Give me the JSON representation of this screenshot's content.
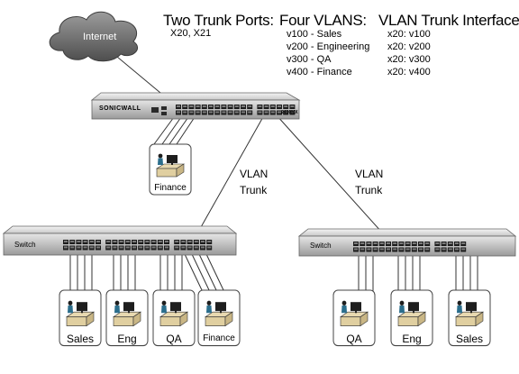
{
  "cloud": {
    "label": "Internet"
  },
  "trunk_ports": {
    "title": "Two Trunk Ports:",
    "ports": "X20, X21"
  },
  "vlans": {
    "title": "Four VLANS:",
    "items": [
      "v100 - Sales",
      "v200 - Engineering",
      "v300 - QA",
      "v400 - Finance"
    ]
  },
  "interfaces": {
    "title": "VLAN Trunk Interfaces:",
    "items": [
      "x20: v100",
      "x20: v200",
      "x20: v300",
      "x20: v400"
    ]
  },
  "firewall": {
    "brand": "SONICWALL",
    "model": "2400MX"
  },
  "trunk_labels": {
    "left": [
      "VLAN",
      "Trunk"
    ],
    "right": [
      "VLAN",
      "Trunk"
    ]
  },
  "switches": {
    "left": "Switch",
    "right": "Switch"
  },
  "firewall_host": {
    "label": "Finance"
  },
  "left_hosts": [
    "Sales",
    "Eng",
    "QA",
    "Finance"
  ],
  "right_hosts": [
    "QA",
    "Eng",
    "Sales"
  ]
}
